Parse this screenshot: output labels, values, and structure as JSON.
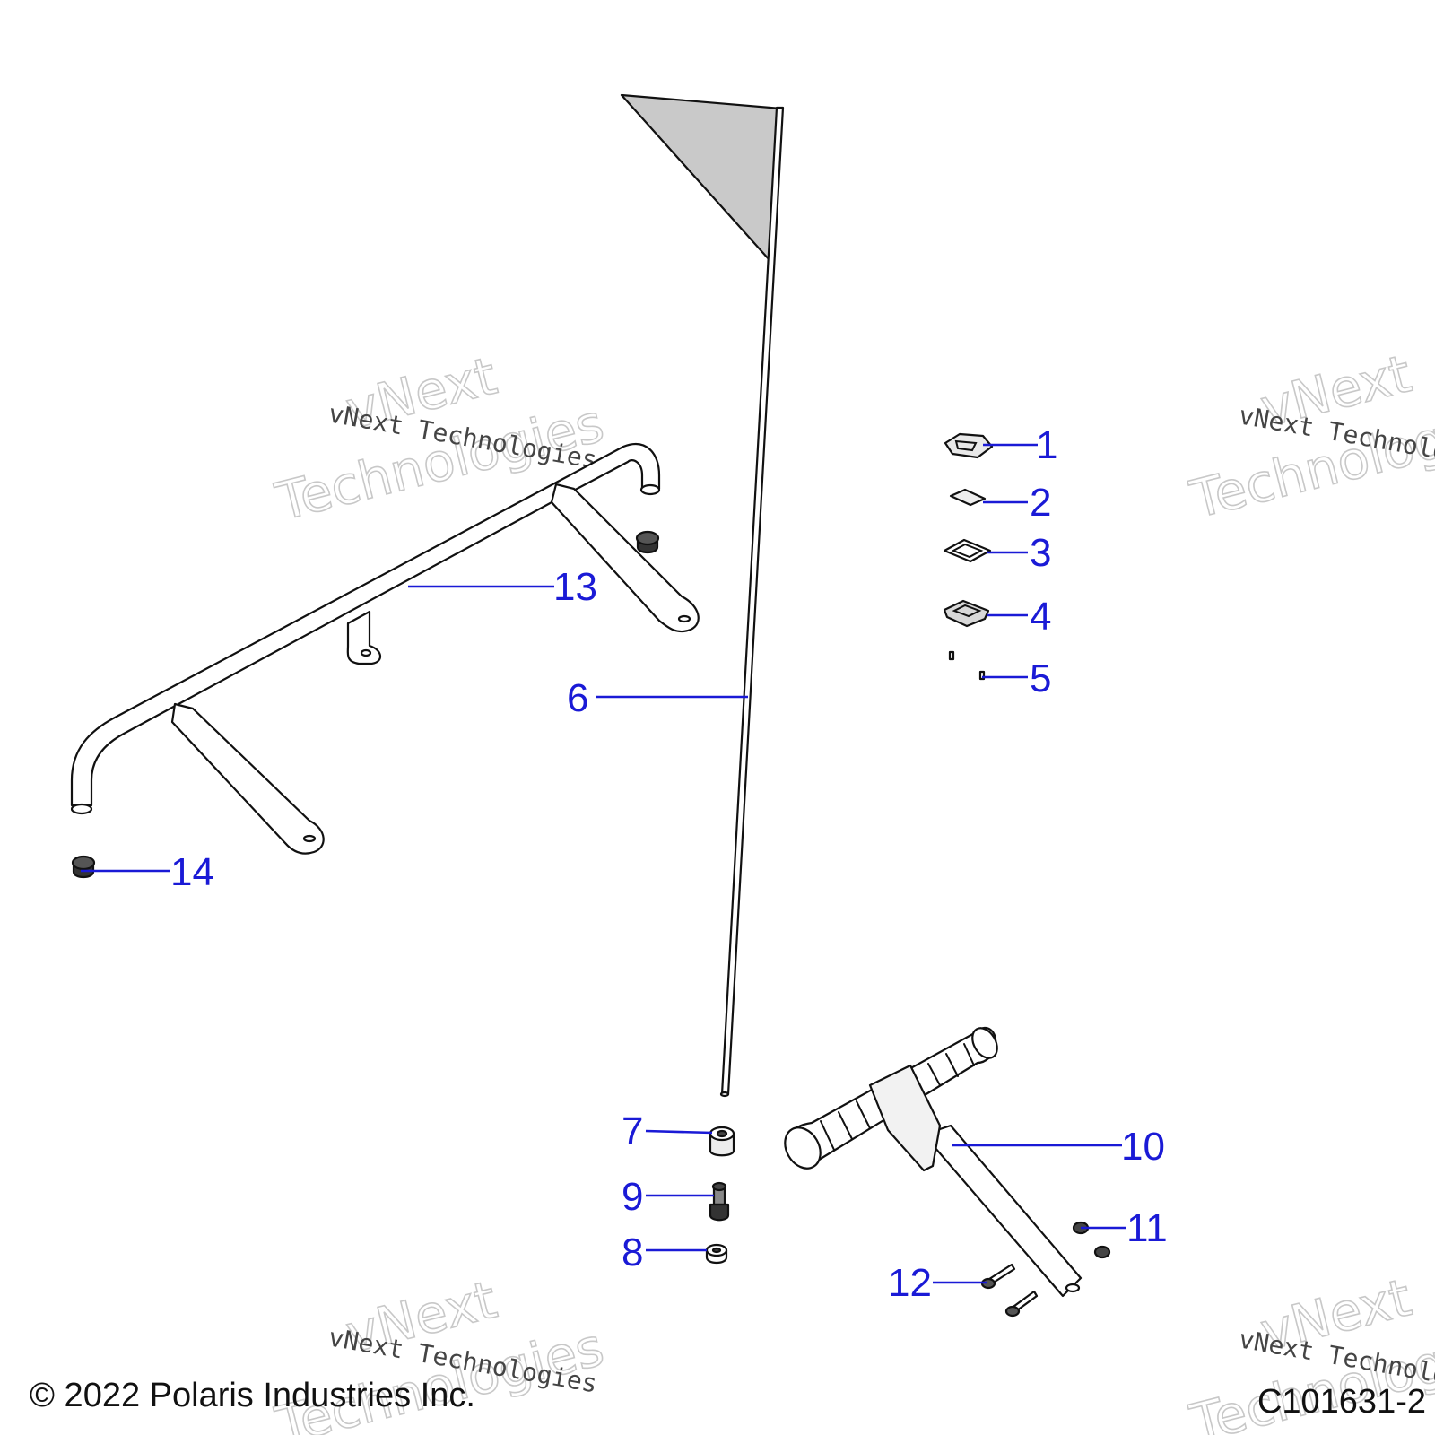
{
  "diagram": {
    "callouts": [
      "1",
      "2",
      "3",
      "4",
      "5",
      "6",
      "7",
      "8",
      "9",
      "10",
      "11",
      "12",
      "13",
      "14"
    ]
  },
  "watermark": {
    "line1": "vNext",
    "line2": "Technologies",
    "small": "vNext Technologies"
  },
  "footer": {
    "copyright": "© 2022 Polaris Industries Inc.",
    "drawing_id": "C101631-2"
  }
}
